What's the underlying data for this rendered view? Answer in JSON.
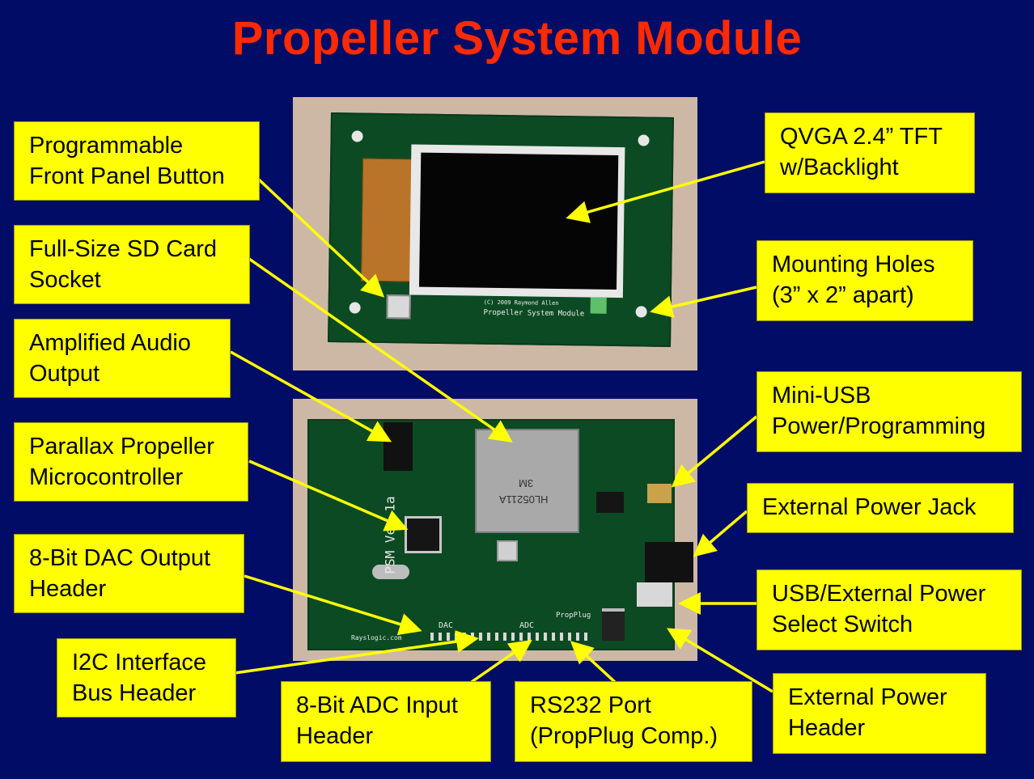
{
  "title": "Propeller System Module",
  "labels": {
    "front_panel_button": [
      "Programmable",
      "Front Panel Button"
    ],
    "sd_card": [
      "Full-Size SD Card",
      "Socket"
    ],
    "audio": [
      "Amplified Audio",
      "Output"
    ],
    "propeller": [
      "Parallax Propeller",
      "Microcontroller"
    ],
    "dac": [
      "8-Bit DAC Output",
      "Header"
    ],
    "i2c": [
      "I2C Interface",
      "Bus Header"
    ],
    "adc": [
      "8-Bit ADC Input",
      "Header"
    ],
    "rs232": [
      "RS232 Port",
      "(PropPlug Comp.)"
    ],
    "ext_power_header": [
      "External Power",
      "Header"
    ],
    "tft": [
      "QVGA 2.4” TFT",
      "w/Backlight"
    ],
    "mounting": [
      "Mounting Holes",
      "(3” x 2” apart)"
    ],
    "usb": [
      "Mini-USB",
      "Power/Programming"
    ],
    "power_jack": [
      "External Power Jack"
    ],
    "power_switch": [
      "USB/External Power",
      "Select Switch"
    ]
  },
  "board_text": {
    "top_silkscreen": "Propeller System Module",
    "copyright": "(C) 2009 Raymond Allen",
    "bottom_name": "PSM Ver 1a",
    "sd_brand": "3M",
    "sd_part": "HL05211A",
    "website": "Rayslogic.com",
    "dac_mark": "DAC",
    "adc_mark": "ADC",
    "propplug_mark": "PropPlug"
  },
  "colors": {
    "background": "#000c66",
    "title": "#ff2a00",
    "label_fill": "#ffff00",
    "arrow": "#ffff00",
    "pcb": "#0c4a23"
  }
}
